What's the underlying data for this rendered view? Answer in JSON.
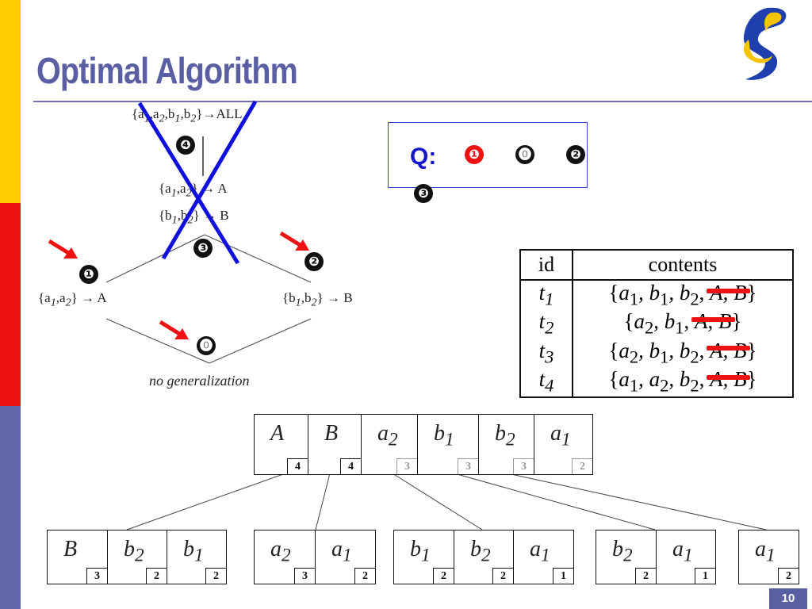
{
  "slide": {
    "title": "Optimal Algorithm",
    "page_number": "10",
    "bar_colors": [
      "#ffcc00",
      "#ee1111",
      "#6366a6"
    ],
    "accent": "#5a5fa3"
  },
  "lattice": {
    "top": [
      "{a",
      ",a",
      ",b",
      ",b",
      "}→ALL"
    ],
    "top_subs": [
      "1",
      "2",
      "1",
      "2"
    ],
    "mid1": [
      "{a",
      ",a",
      "} → A"
    ],
    "mid2": [
      "{b",
      ",b",
      "} → B"
    ],
    "left": [
      "{a",
      ",a",
      "} → A"
    ],
    "right": [
      "{b",
      ",b",
      "} → B"
    ],
    "bottom": "no generalization",
    "markers": {
      "top": "❹",
      "center": "❸",
      "left": "❶",
      "right": "❷",
      "bottom": "⓿"
    }
  },
  "question": {
    "label": "Q:",
    "markers": [
      "❶",
      "⓿",
      "❷",
      "❸"
    ]
  },
  "table": {
    "headers": [
      "id",
      "contents"
    ],
    "rows": [
      {
        "id": "t",
        "id_sub": "1",
        "kept": [
          "a",
          "1",
          ", b",
          "1",
          ", b",
          "2"
        ],
        "struck": "A, B"
      },
      {
        "id": "t",
        "id_sub": "2",
        "kept": [
          "a",
          "2",
          ", b",
          "1",
          "",
          ""
        ],
        "struck": "A, B"
      },
      {
        "id": "t",
        "id_sub": "3",
        "kept": [
          "a",
          "2",
          ", b",
          "1",
          ", b",
          "2"
        ],
        "struck": "A, B"
      },
      {
        "id": "t",
        "id_sub": "4",
        "kept": [
          "a",
          "1",
          ", a",
          "2",
          ", b",
          "2"
        ],
        "struck": "A, B"
      }
    ]
  },
  "root_node": {
    "cells": [
      {
        "sym": "A",
        "count": "4",
        "dim": false
      },
      {
        "sym": "B",
        "count": "4",
        "dim": false
      },
      {
        "sym": "a",
        "sub": "2",
        "count": "3",
        "dim": true
      },
      {
        "sym": "b",
        "sub": "1",
        "count": "3",
        "dim": true
      },
      {
        "sym": "b",
        "sub": "2",
        "count": "3",
        "dim": true
      },
      {
        "sym": "a",
        "sub": "1",
        "count": "2",
        "dim": true
      }
    ]
  },
  "child_nodes": [
    {
      "cells": [
        {
          "sym": "B",
          "count": "3"
        },
        {
          "sym": "b",
          "sub": "2",
          "count": "2"
        },
        {
          "sym": "b",
          "sub": "1",
          "count": "2"
        }
      ]
    },
    {
      "cells": [
        {
          "sym": "a",
          "sub": "2",
          "count": "3"
        },
        {
          "sym": "a",
          "sub": "1",
          "count": "2"
        }
      ]
    },
    {
      "cells": [
        {
          "sym": "b",
          "sub": "1",
          "count": "2"
        },
        {
          "sym": "b",
          "sub": "2",
          "count": "2"
        },
        {
          "sym": "a",
          "sub": "1",
          "count": "1"
        }
      ]
    },
    {
      "cells": [
        {
          "sym": "b",
          "sub": "2",
          "count": "2"
        },
        {
          "sym": "a",
          "sub": "1",
          "count": "1"
        }
      ]
    },
    {
      "cells": [
        {
          "sym": "a",
          "sub": "1",
          "count": "2"
        }
      ]
    }
  ]
}
